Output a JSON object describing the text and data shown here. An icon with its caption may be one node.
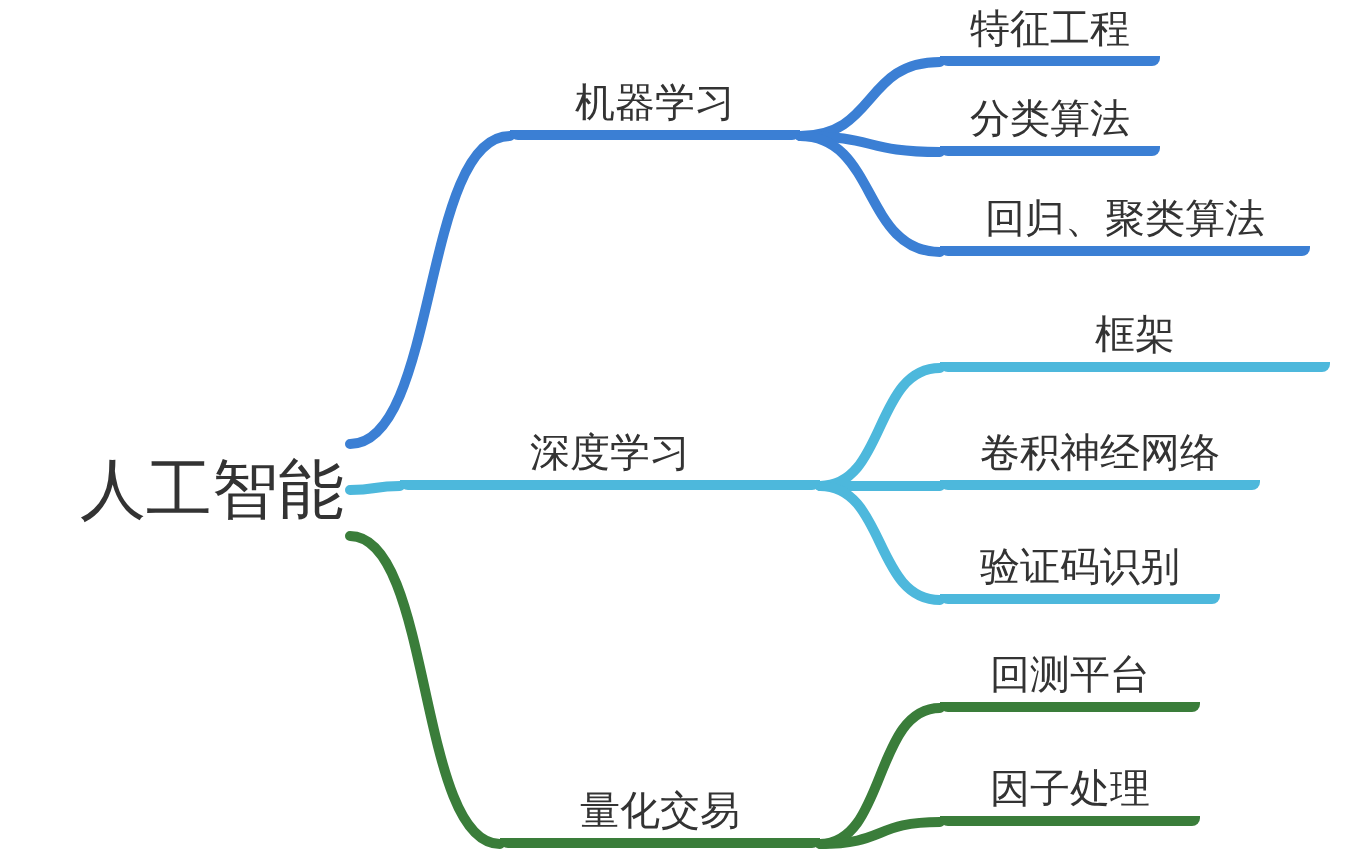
{
  "diagram": {
    "nodes": [
      {
        "text": [
          "人工智能"
        ]
      },
      {
        "text": [
          "机器学习"
        ]
      },
      {
        "text": [
          "特征工程"
        ]
      },
      {
        "text": [
          "分类算法"
        ]
      },
      {
        "text": [
          "回归、聚类算法"
        ]
      },
      {
        "text": [
          "深度学习"
        ]
      },
      {
        "text": [
          "框架"
        ]
      },
      {
        "text": [
          "卷积神经网络"
        ]
      },
      {
        "text": [
          "验证码识别"
        ]
      },
      {
        "text": [
          "量化交易"
        ]
      },
      {
        "text": [
          "回测平台"
        ]
      },
      {
        "text": [
          "因子处理"
        ]
      }
    ],
    "edges": [
      {
        "from": 0,
        "to": 1,
        "arrow": "none",
        "color": "#3b7fd4"
      },
      {
        "from": 1,
        "to": 2,
        "arrow": "none",
        "color": "#3b7fd4"
      },
      {
        "from": 1,
        "to": 3,
        "arrow": "none",
        "color": "#3b7fd4"
      },
      {
        "from": 1,
        "to": 4,
        "arrow": "none",
        "color": "#3b7fd4"
      },
      {
        "from": 0,
        "to": 5,
        "arrow": "none",
        "color": "#4db8dc"
      },
      {
        "from": 5,
        "to": 6,
        "arrow": "none",
        "color": "#4db8dc"
      },
      {
        "from": 5,
        "to": 7,
        "arrow": "none",
        "color": "#4db8dc"
      },
      {
        "from": 5,
        "to": 8,
        "arrow": "none",
        "color": "#4db8dc"
      },
      {
        "from": 0,
        "to": 9,
        "arrow": "none",
        "color": "#3a7d3a"
      },
      {
        "from": 9,
        "to": 10,
        "arrow": "none",
        "color": "#3a7d3a"
      },
      {
        "from": 9,
        "to": 11,
        "arrow": "none",
        "color": "#3a7d3a"
      }
    ]
  }
}
